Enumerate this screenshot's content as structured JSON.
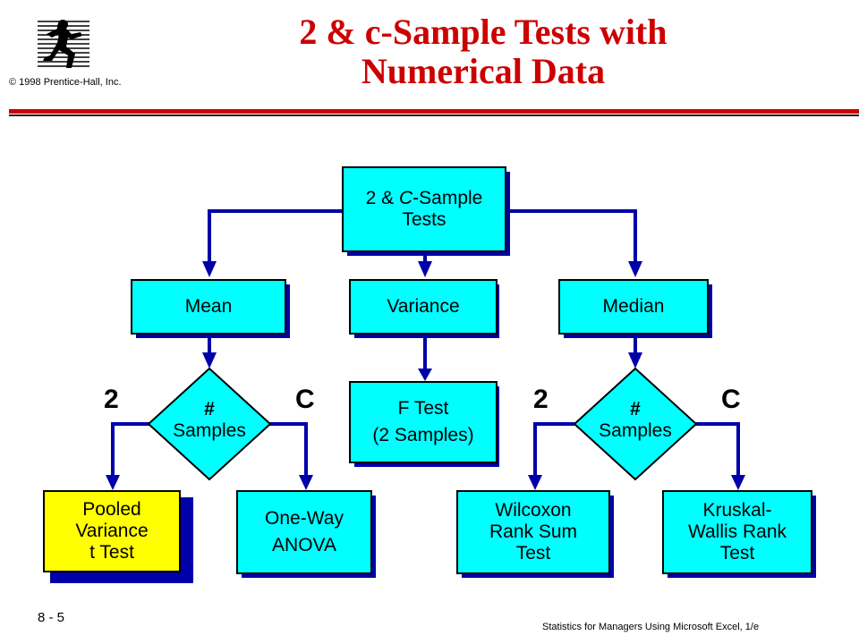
{
  "header": {
    "title_line1": "2 & c-Sample Tests with",
    "title_line2": "Numerical Data",
    "copyright": "© 1998 Prentice-Hall, Inc.",
    "logo_icon": "runner-logo-icon"
  },
  "footer": {
    "slide_number": "8 - 5",
    "book": "Statistics for Managers Using Microsoft Excel, 1/e"
  },
  "diagram": {
    "root": {
      "line1_pre": "2 & ",
      "line1_italic": "C",
      "line1_post": "-Sample",
      "line2": "Tests"
    },
    "mean": "Mean",
    "variance": "Variance",
    "median": "Median",
    "f_test": {
      "line1": "F Test",
      "line2": "(2 Samples)"
    },
    "left_decision": {
      "hash": "#",
      "label": "Samples",
      "two": "2",
      "c": "C"
    },
    "right_decision": {
      "hash": "#",
      "label": "Samples",
      "two": "2",
      "c": "C"
    },
    "pooled": {
      "line1": "Pooled",
      "line2": "Variance",
      "line3": "t Test"
    },
    "anova": {
      "line1": "One-Way",
      "line2": "ANOVA"
    },
    "wilcoxon": {
      "line1": "Wilcoxon",
      "line2": "Rank Sum",
      "line3": "Test"
    },
    "kruskal": {
      "line1": "Kruskal-",
      "line2": "Wallis Rank",
      "line3": "Test"
    }
  },
  "colors": {
    "title": "#cc0000",
    "box_fill": "#00ffff",
    "highlight_fill": "#ffff00",
    "connector": "#0000aa",
    "rule": "#cc0000"
  }
}
